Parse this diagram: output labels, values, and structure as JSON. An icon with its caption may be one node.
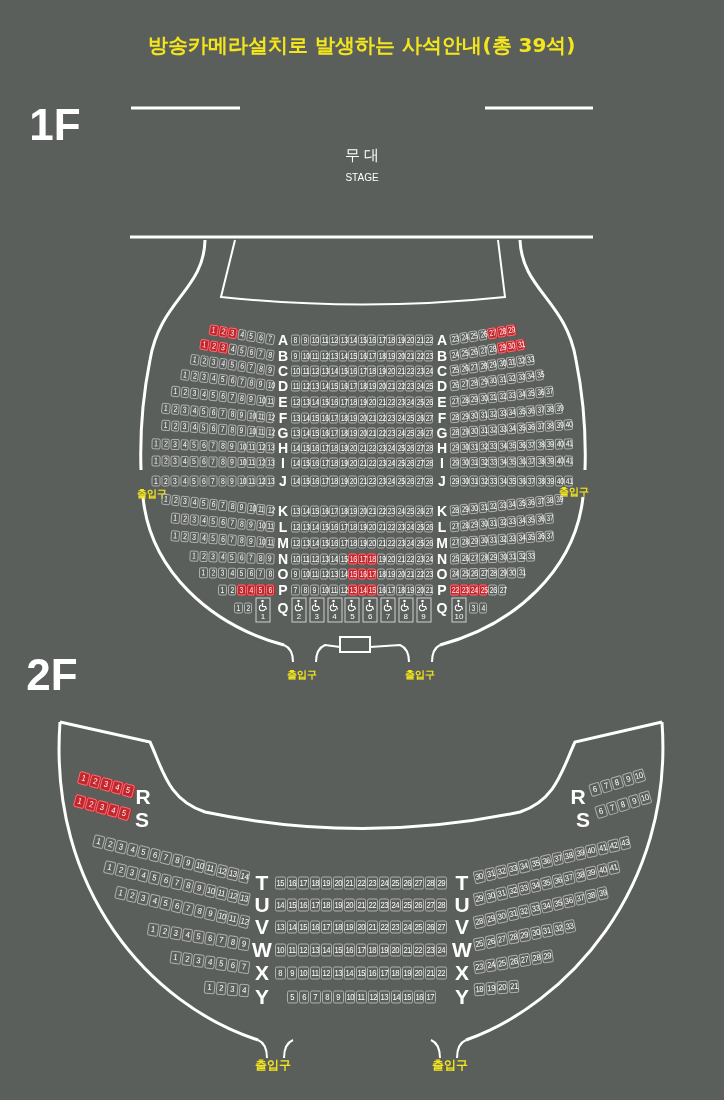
{
  "diagram": {
    "title": "방송카메라설치로 발생하는 사석안내(총 39석)",
    "labels": [
      "1F",
      "무 대",
      "STAGE",
      "1 2 3",
      "4 5 6 7",
      "A",
      "8 9 10 11 12 13 14 15 16 17 18 19 20 21 22",
      "A",
      "23 24 25 26",
      "27 28 29",
      "1 2 3",
      "4 5 6 7 8",
      "B",
      "9 10 11 12 13 14 15 16 17 18 19 20 21 22 23",
      "B",
      "24 25 26 27 28",
      "29 30 31",
      "1 2 3 4 5 6 7 8 9",
      "C",
      "10 11 12 13 14 15 16 17 18 19 20 21 22 23 24",
      "C",
      "25 26 27 28 29 30 31 32 33",
      "1 2 3 4 5 6 7 8 9 10",
      "D",
      "11 12 13 14 15 16 17 18 19 20 21 22 23 24 25",
      "D",
      "26 27 28 29 30 31 32 33 34 35",
      "1 2 3 4 5 6 7 8 9 10 11",
      "E",
      "12 13 14 15 16 17 18 19 20 21 22 23 24 25 26",
      "E",
      "27 28 29 30 31 32 33 34 35 36 37",
      "1 2 3 4 5 6 7 8 9 10 11 12",
      "F",
      "13 14 15 16 17 18 19 20 21 22 23 24 25 26 27",
      "F",
      "28 29 30 31 32 33 34 35 36 37 38 39",
      "1 2 3 4 5 6 7 8 9 10 11 12",
      "G",
      "13 14 15 16 17 18 19 20 21 22 23 24 25 26 27",
      "G",
      "28 29 30 31 32 33 34 35 36 37 38 39 40",
      "1 2 3 4 5 6 7 8 9 10 11 12 13",
      "H",
      "14 15 16 17 18 19 20 21 22 23 24 25 26 27 28",
      "H",
      "29 30 31 32 33 34 35 36 37 38 39 40 41",
      "1 2 3 4 5 6 7 8 9 10 11 12 13",
      "I",
      "14 15 16 17 18 19 20 21 22 23 24 25 26 27 28",
      "I",
      "29 30 31 32 33 34 35 36 37 38 39 40 41",
      "1 2 3 4 5 6 7 8 9 10 11 12 13",
      "J",
      "14 15 16 17 18 19 20 21 22 23 24 25 26 27 28",
      "J",
      "29 30 31 32 33 34 35 36 37 38 39 40 41",
      "출입구",
      "출입구",
      "1 2 3 4 5 6 7 8 9 10 11 12",
      "K",
      "13 14 15 16 17 18 19 20 21 22 23 24 25 26 27",
      "K",
      "28 29 30 31 32 33 34 35 36 37 38 39",
      "1 2 3 4 5 6 7 8 9 10 11",
      "L",
      "12 13 14 15 16 17 18 19 20 21 22 23 24 25 26",
      "L",
      "27 28 29 30 31 32 33 34 35 36 37",
      "1 2 3 4 5 6 7 8 9 10 11",
      "M",
      "12 13 14 15 16 17 18 19 20 21 22 23 24 25 26",
      "M",
      "27 28 29 30 31 32 33 34 35 36 37",
      "1 2 3 4 5 6 7 8 9",
      "N",
      "10 11 12 13 14 15",
      "16 17 18",
      "19 20 21 22 23 24",
      "N",
      "25 26 27 28 29 30 31 32 33",
      "1 2 3 4 5 6 7 8",
      "O",
      "9 10 11 12 13 14",
      "15 16 17",
      "18 19 20 21 22 23",
      "O",
      "24 25 26 27 28 29 30 31",
      "1 2",
      "3 4 5 6",
      "P",
      "7 8 9 10 11 12",
      "13 14 15",
      "16 17 18 19 20 21",
      "P",
      "22 23 24 25",
      "26 27",
      "1 2",
      "1",
      "Q",
      "2",
      "3",
      "4",
      "5",
      "6",
      "7",
      "8",
      "9",
      "Q",
      "10",
      "3 4",
      "출입구",
      "출입구",
      "2F",
      "1 2 3 4 5",
      "R",
      "R",
      "6 7 8 9 10",
      "1 2 3 4 5",
      "S",
      "S",
      "6 7 8 9 10",
      "1 2 3 4 5 6 7 8 9 10 11 12 13 14",
      "T",
      "15 16 17 18 19 20 21 22 23 24 25 26 27 28 29",
      "T",
      "30 31 32 33 34 35 36 37 38 39 40 41 42 43",
      "1 2 3 4 5 6 7 8 9 10 11 12 13",
      "U",
      "14 15 16 17 18 19 20 21 22 23 24 25 26 27 28",
      "U",
      "29 30 31 32 33 34 35 36 37 38 39 40 41",
      "1 2 3 4 5 6 7 8 9 10 11 12",
      "V",
      "13 14 15 16 17 18 19 20 21 22 23 24 25 26 27",
      "V",
      "28 29 30 31 32 33 34 35 36 37 38 39",
      "1 2 3 4 5 6 7 8 9",
      "W",
      "10 11 12 13 14 15 16 17 18 19 20 21 22 23 24",
      "W",
      "25 26 27 28 29 30 31 32 33",
      "1 2 3 4 5 6 7",
      "X",
      "8 9 10 11 12 13 14 15 16 17 18 19 20 21 22",
      "X",
      "23 24 25 26 27 28 29",
      "1 2 3 4",
      "Y",
      "5 6 7 8 9 10 11 12 13 14 15 16 17",
      "Y",
      "18 19 20 21",
      "출입구",
      "출입구"
    ]
  }
}
